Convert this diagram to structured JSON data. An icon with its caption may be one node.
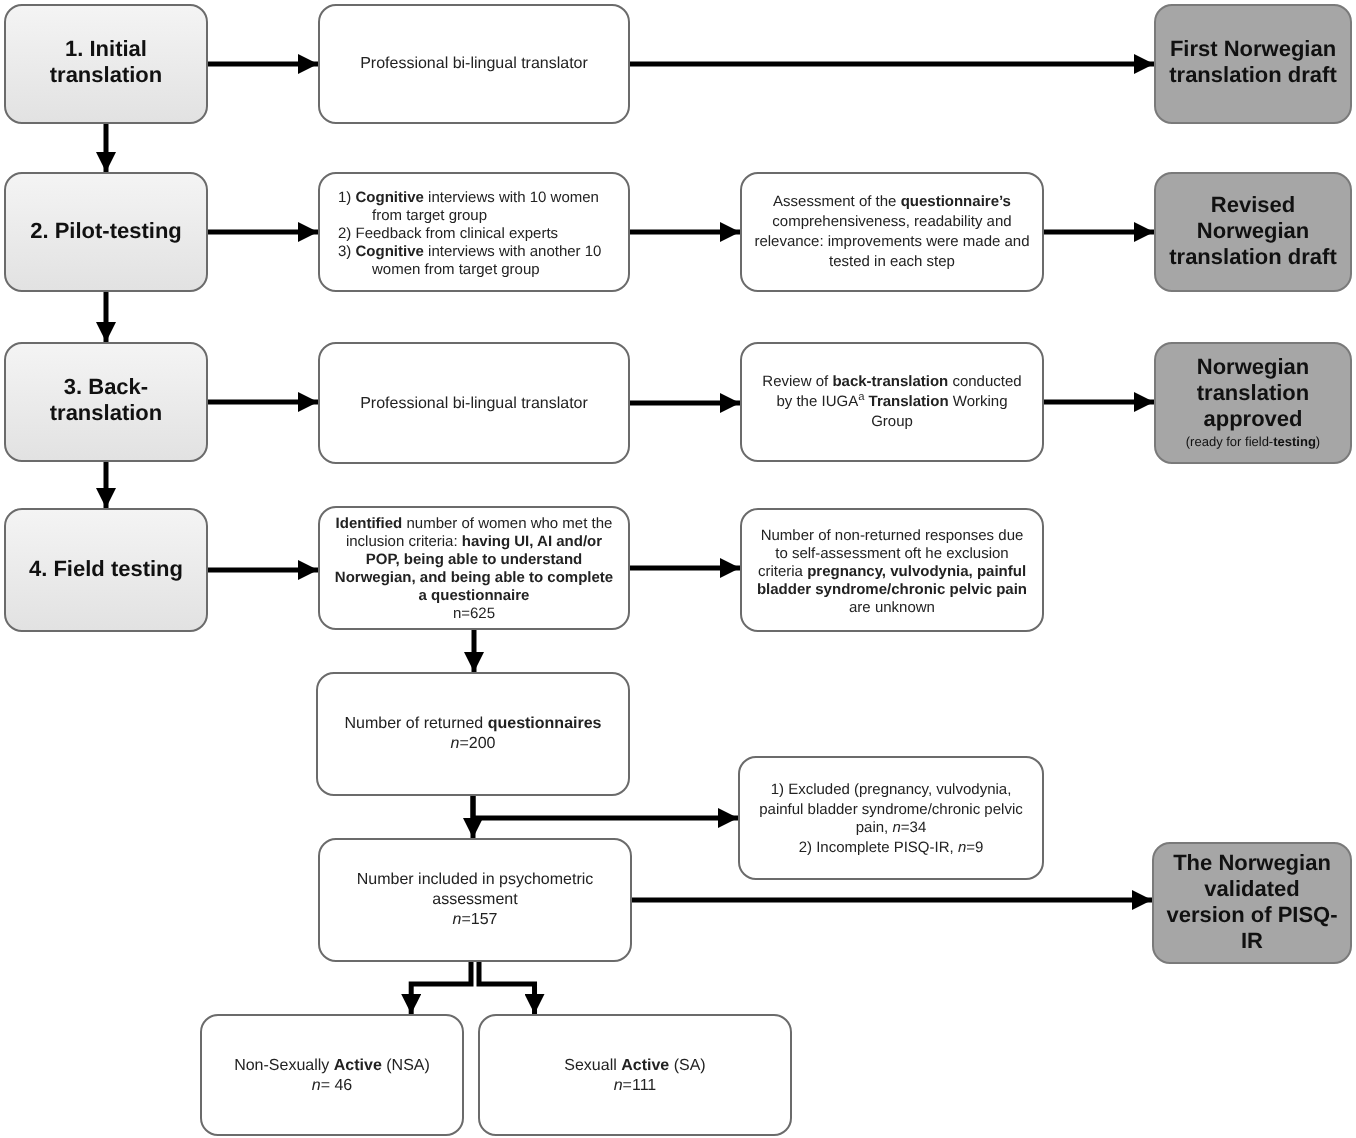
{
  "diagram": {
    "nodes": [
      {
        "text": [
          "1. Initial translation"
        ]
      },
      {
        "text": [
          "Professional bi-lingual translator"
        ]
      },
      {
        "text": [
          "First Norwegian translation draft"
        ]
      },
      {
        "text": [
          "2. Pilot-testing"
        ]
      },
      {
        "text": [
          "1) **Cognitive** interviews with 10 women from target group",
          "2) Feedback from clinical experts",
          "3) **Cognitive** interviews with another 10 women from target group"
        ]
      },
      {
        "text": [
          "Assessment of the **questionnaire’s** comprehensiveness, readability and relevance: improvements were made and tested in each step"
        ]
      },
      {
        "text": [
          "Revised Norwegian translation draft"
        ]
      },
      {
        "text": [
          "3. Back-translation"
        ]
      },
      {
        "text": [
          "Professional bi-lingual translator"
        ]
      },
      {
        "text": [
          "Review of **back-translation** conducted by the IUGA$^{a}$ **Translation** Working Group"
        ]
      },
      {
        "text": [
          "Norwegian translation approved",
          "(ready for field-**testing**)"
        ]
      },
      {
        "text": [
          "4. Field testing"
        ]
      },
      {
        "text": [
          "**Identified** number of women who met the inclusion criteria: **having UI, AI and/or POP, being able to understand Norwegian, and being able to complete a questionnaire**",
          "n=625"
        ]
      },
      {
        "text": [
          "Number of non-returned responses due to self-assessment oft he exclusion criteria **pregnancy, vulvodynia, painful bladder syndrome/chronic pelvic pain** are unknown"
        ]
      },
      {
        "text": [
          "Number of returned **questionnaires**",
          "*n*=200"
        ]
      },
      {
        "text": [
          "1) Excluded (pregnancy, vulvodynia, painful bladder syndrome/chronic pelvic pain, *n*=34",
          "2) Incomplete PISQ-IR, *n*=9"
        ]
      },
      {
        "text": [
          "Number included in psychometric assessment",
          "*n*=157"
        ]
      },
      {
        "text": [
          "The Norwegian validated version of PISQ-IR"
        ]
      },
      {
        "text": [
          "Non-Sexually **Active** (NSA)",
          "*n*= 46"
        ]
      },
      {
        "text": [
          "Sexuall **Active** (SA)",
          "*n*=111"
        ]
      }
    ],
    "edges": [
      {
        "from": 0,
        "to": 1,
        "arrow": "to"
      },
      {
        "from": 1,
        "to": 2,
        "arrow": "to"
      },
      {
        "from": 0,
        "to": 3,
        "arrow": "to"
      },
      {
        "from": 3,
        "to": 4,
        "arrow": "to"
      },
      {
        "from": 4,
        "to": 5,
        "arrow": "to"
      },
      {
        "from": 5,
        "to": 6,
        "arrow": "to"
      },
      {
        "from": 3,
        "to": 7,
        "arrow": "to"
      },
      {
        "from": 7,
        "to": 8,
        "arrow": "to"
      },
      {
        "from": 8,
        "to": 9,
        "arrow": "to"
      },
      {
        "from": 9,
        "to": 10,
        "arrow": "to"
      },
      {
        "from": 7,
        "to": 11,
        "arrow": "to"
      },
      {
        "from": 11,
        "to": 12,
        "arrow": "to"
      },
      {
        "from": 12,
        "to": 13,
        "arrow": "to"
      },
      {
        "from": 12,
        "to": 14,
        "arrow": "to"
      },
      {
        "from": 14,
        "to": 15,
        "arrow": "to"
      },
      {
        "from": 14,
        "to": 16,
        "arrow": "to"
      },
      {
        "from": 16,
        "to": 17,
        "arrow": "to"
      },
      {
        "from": 16,
        "to": 18,
        "arrow": "to"
      },
      {
        "from": 16,
        "to": 19,
        "arrow": "to"
      }
    ]
  }
}
